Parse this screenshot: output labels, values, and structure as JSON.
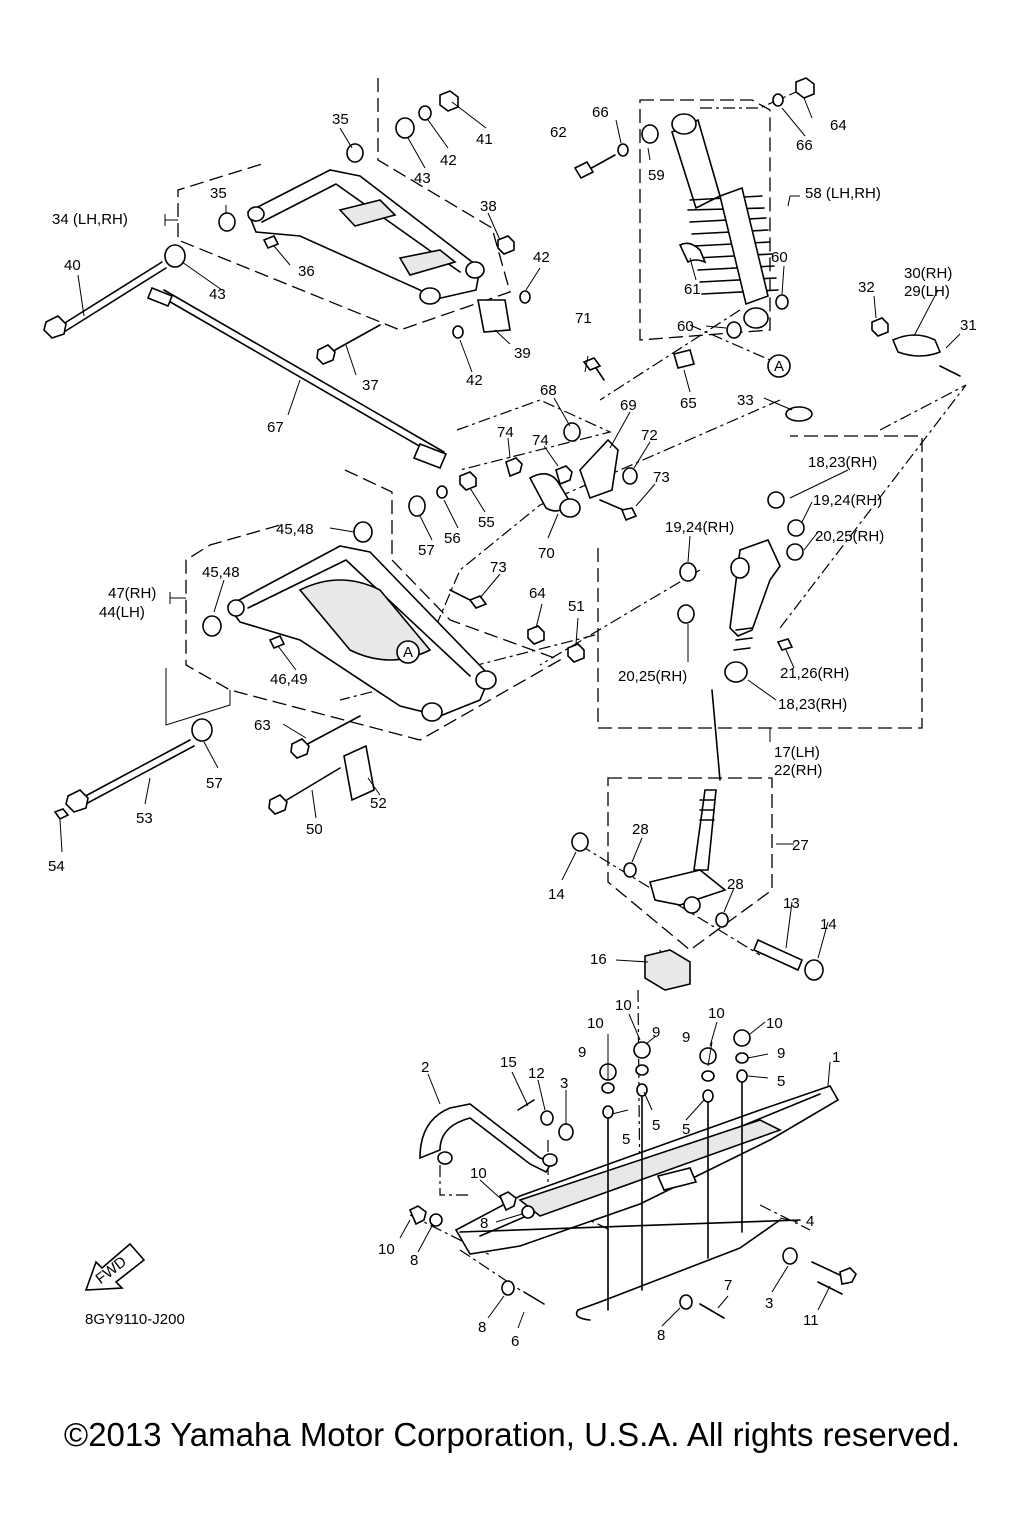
{
  "diagram_code": "8GY9110-J200",
  "copyright": "©2013 Yamaha Motor Corporation, U.S.A. All rights reserved.",
  "fwd_label": "FWD",
  "callout_mark": "A",
  "labels": {
    "p1": "1",
    "p2": "2",
    "p3a": "3",
    "p3b": "3",
    "p4": "4",
    "p5a": "5",
    "p5b": "5",
    "p5c": "5",
    "p5d": "5",
    "p6": "6",
    "p7": "7",
    "p8a": "8",
    "p8b": "8",
    "p8c": "8",
    "p8d": "8",
    "p9a": "9",
    "p9b": "9",
    "p9c": "9",
    "p9d": "9",
    "p10a": "10",
    "p10b": "10",
    "p10c": "10",
    "p10d": "10",
    "p10e": "10",
    "p10f": "10",
    "p11": "11",
    "p12": "12",
    "p13": "13",
    "p14a": "14",
    "p14b": "14",
    "p15": "15",
    "p16": "16",
    "p17_22a": "17(LH)",
    "p17_22b": "22(RH)",
    "p18_23a": "18,23(RH)",
    "p18_23b": "18,23(RH)",
    "p19_24a": "19,24(RH)",
    "p19_24b": "19,24(RH)",
    "p20_25a": "20,25(RH)",
    "p20_25b": "20,25(RH)",
    "p21_26": "21,26(RH)",
    "p27": "27",
    "p28a": "28",
    "p28b": "28",
    "p30": "30(RH)",
    "p29": "29(LH)",
    "p31": "31",
    "p32": "32",
    "p33": "33",
    "p34": "34 (LH,RH)",
    "p35a": "35",
    "p35b": "35",
    "p36": "36",
    "p37": "37",
    "p38": "38",
    "p39": "39",
    "p40": "40",
    "p41": "41",
    "p42a": "42",
    "p42b": "42",
    "p42c": "42",
    "p43a": "43",
    "p43b": "43",
    "p47": "47(RH)",
    "p44": "44(LH)",
    "p45_48a": "45,48",
    "p45_48b": "45,48",
    "p46_49": "46,49",
    "p50": "50",
    "p51": "51",
    "p52": "52",
    "p53": "53",
    "p54": "54",
    "p55": "55",
    "p56": "56",
    "p57a": "57",
    "p57b": "57",
    "p58": "58 (LH,RH)",
    "p59": "59",
    "p60a": "60",
    "p60b": "60",
    "p61": "61",
    "p62": "62",
    "p63": "63",
    "p64a": "64",
    "p64b": "64",
    "p65": "65",
    "p66a": "66",
    "p66b": "66",
    "p67": "67",
    "p68": "68",
    "p69": "69",
    "p70": "70",
    "p71": "71",
    "p72": "72",
    "p73a": "73",
    "p73b": "73",
    "p74a": "74",
    "p74b": "74"
  }
}
